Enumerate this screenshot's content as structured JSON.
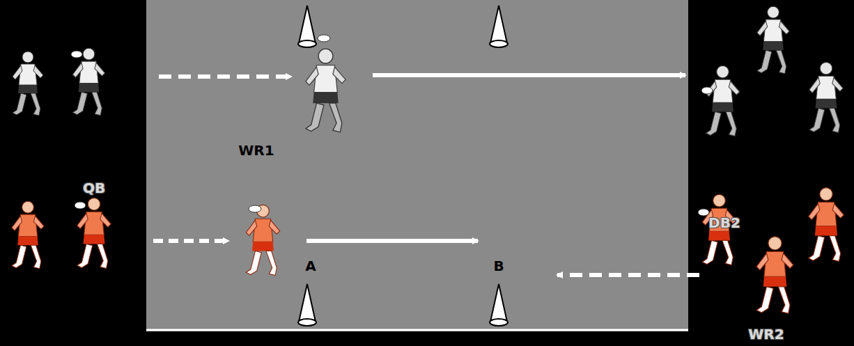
{
  "diagram": {
    "labels": [
      "WR1",
      "QB",
      "DB2",
      "A",
      "B",
      "WR2"
    ]
  }
}
